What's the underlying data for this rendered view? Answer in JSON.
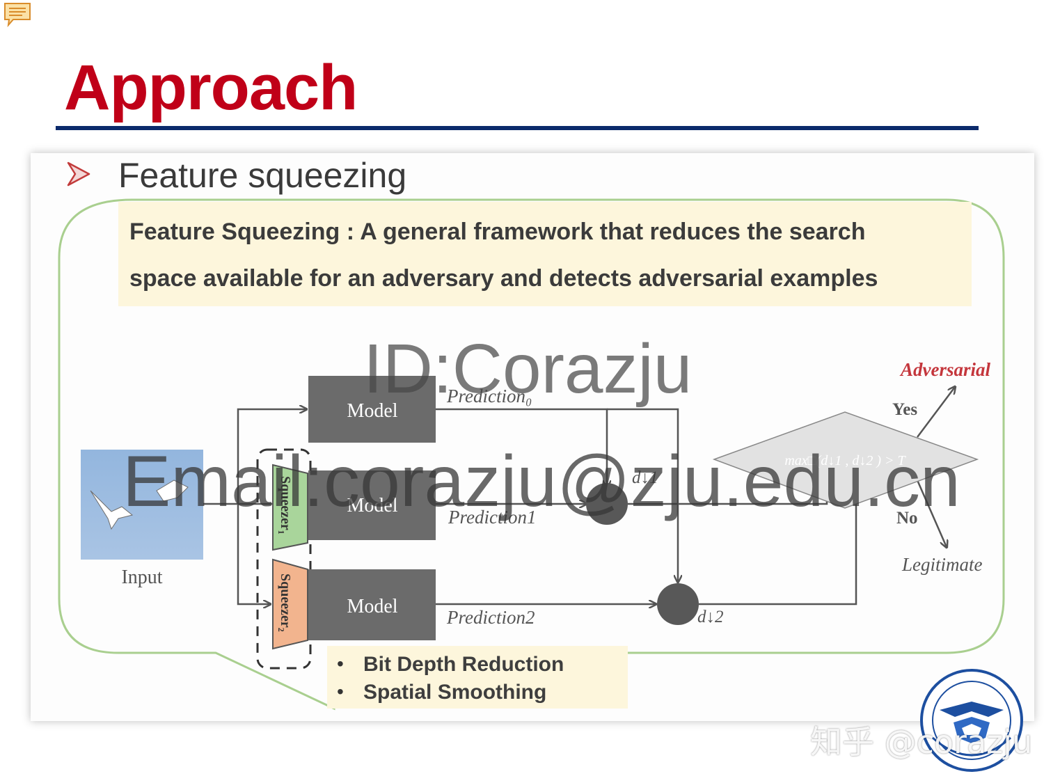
{
  "slide": {
    "title": "Approach",
    "bullet": "Feature squeezing",
    "definition_lines": [
      "Feature Squeezing : A general framework that reduces the search",
      "space available for an adversary and detects adversarial examples"
    ],
    "methods": [
      "Bit Depth Reduction",
      "Spatial Smoothing"
    ],
    "colors": {
      "title": "#c00018",
      "rule": "#0b2a6b",
      "highlight_box": "#fdf6dc",
      "callout_outline": "#a9cf8f",
      "model_box": "#6b6b6b",
      "squeezer1": "#a9d59b",
      "squeezer2": "#f2b48e"
    }
  },
  "diagram": {
    "input_label": "Input",
    "model_labels": [
      "Model",
      "Model",
      "Model"
    ],
    "squeezer_labels": [
      "Squeezer₁",
      "Squeezer₂"
    ],
    "prediction_labels": [
      "Prediction₀",
      "Prediction1",
      "Prediction2"
    ],
    "distance_labels": [
      "d↓1",
      "d↓2"
    ],
    "decision_text": "max□(d↓1 , d↓2 ) > T",
    "yes_label": "Yes",
    "no_label": "No",
    "adversarial_label": "Adversarial",
    "legitimate_label": "Legitimate"
  },
  "watermarks": {
    "id": "ID:Corazju",
    "email": "Email:corazju@zju.edu.cn",
    "platform": "知乎 @corazju"
  },
  "icons": {
    "comment": "comment-icon",
    "bullet": "arrowhead-bullet-icon",
    "logo": "zju-logo"
  }
}
